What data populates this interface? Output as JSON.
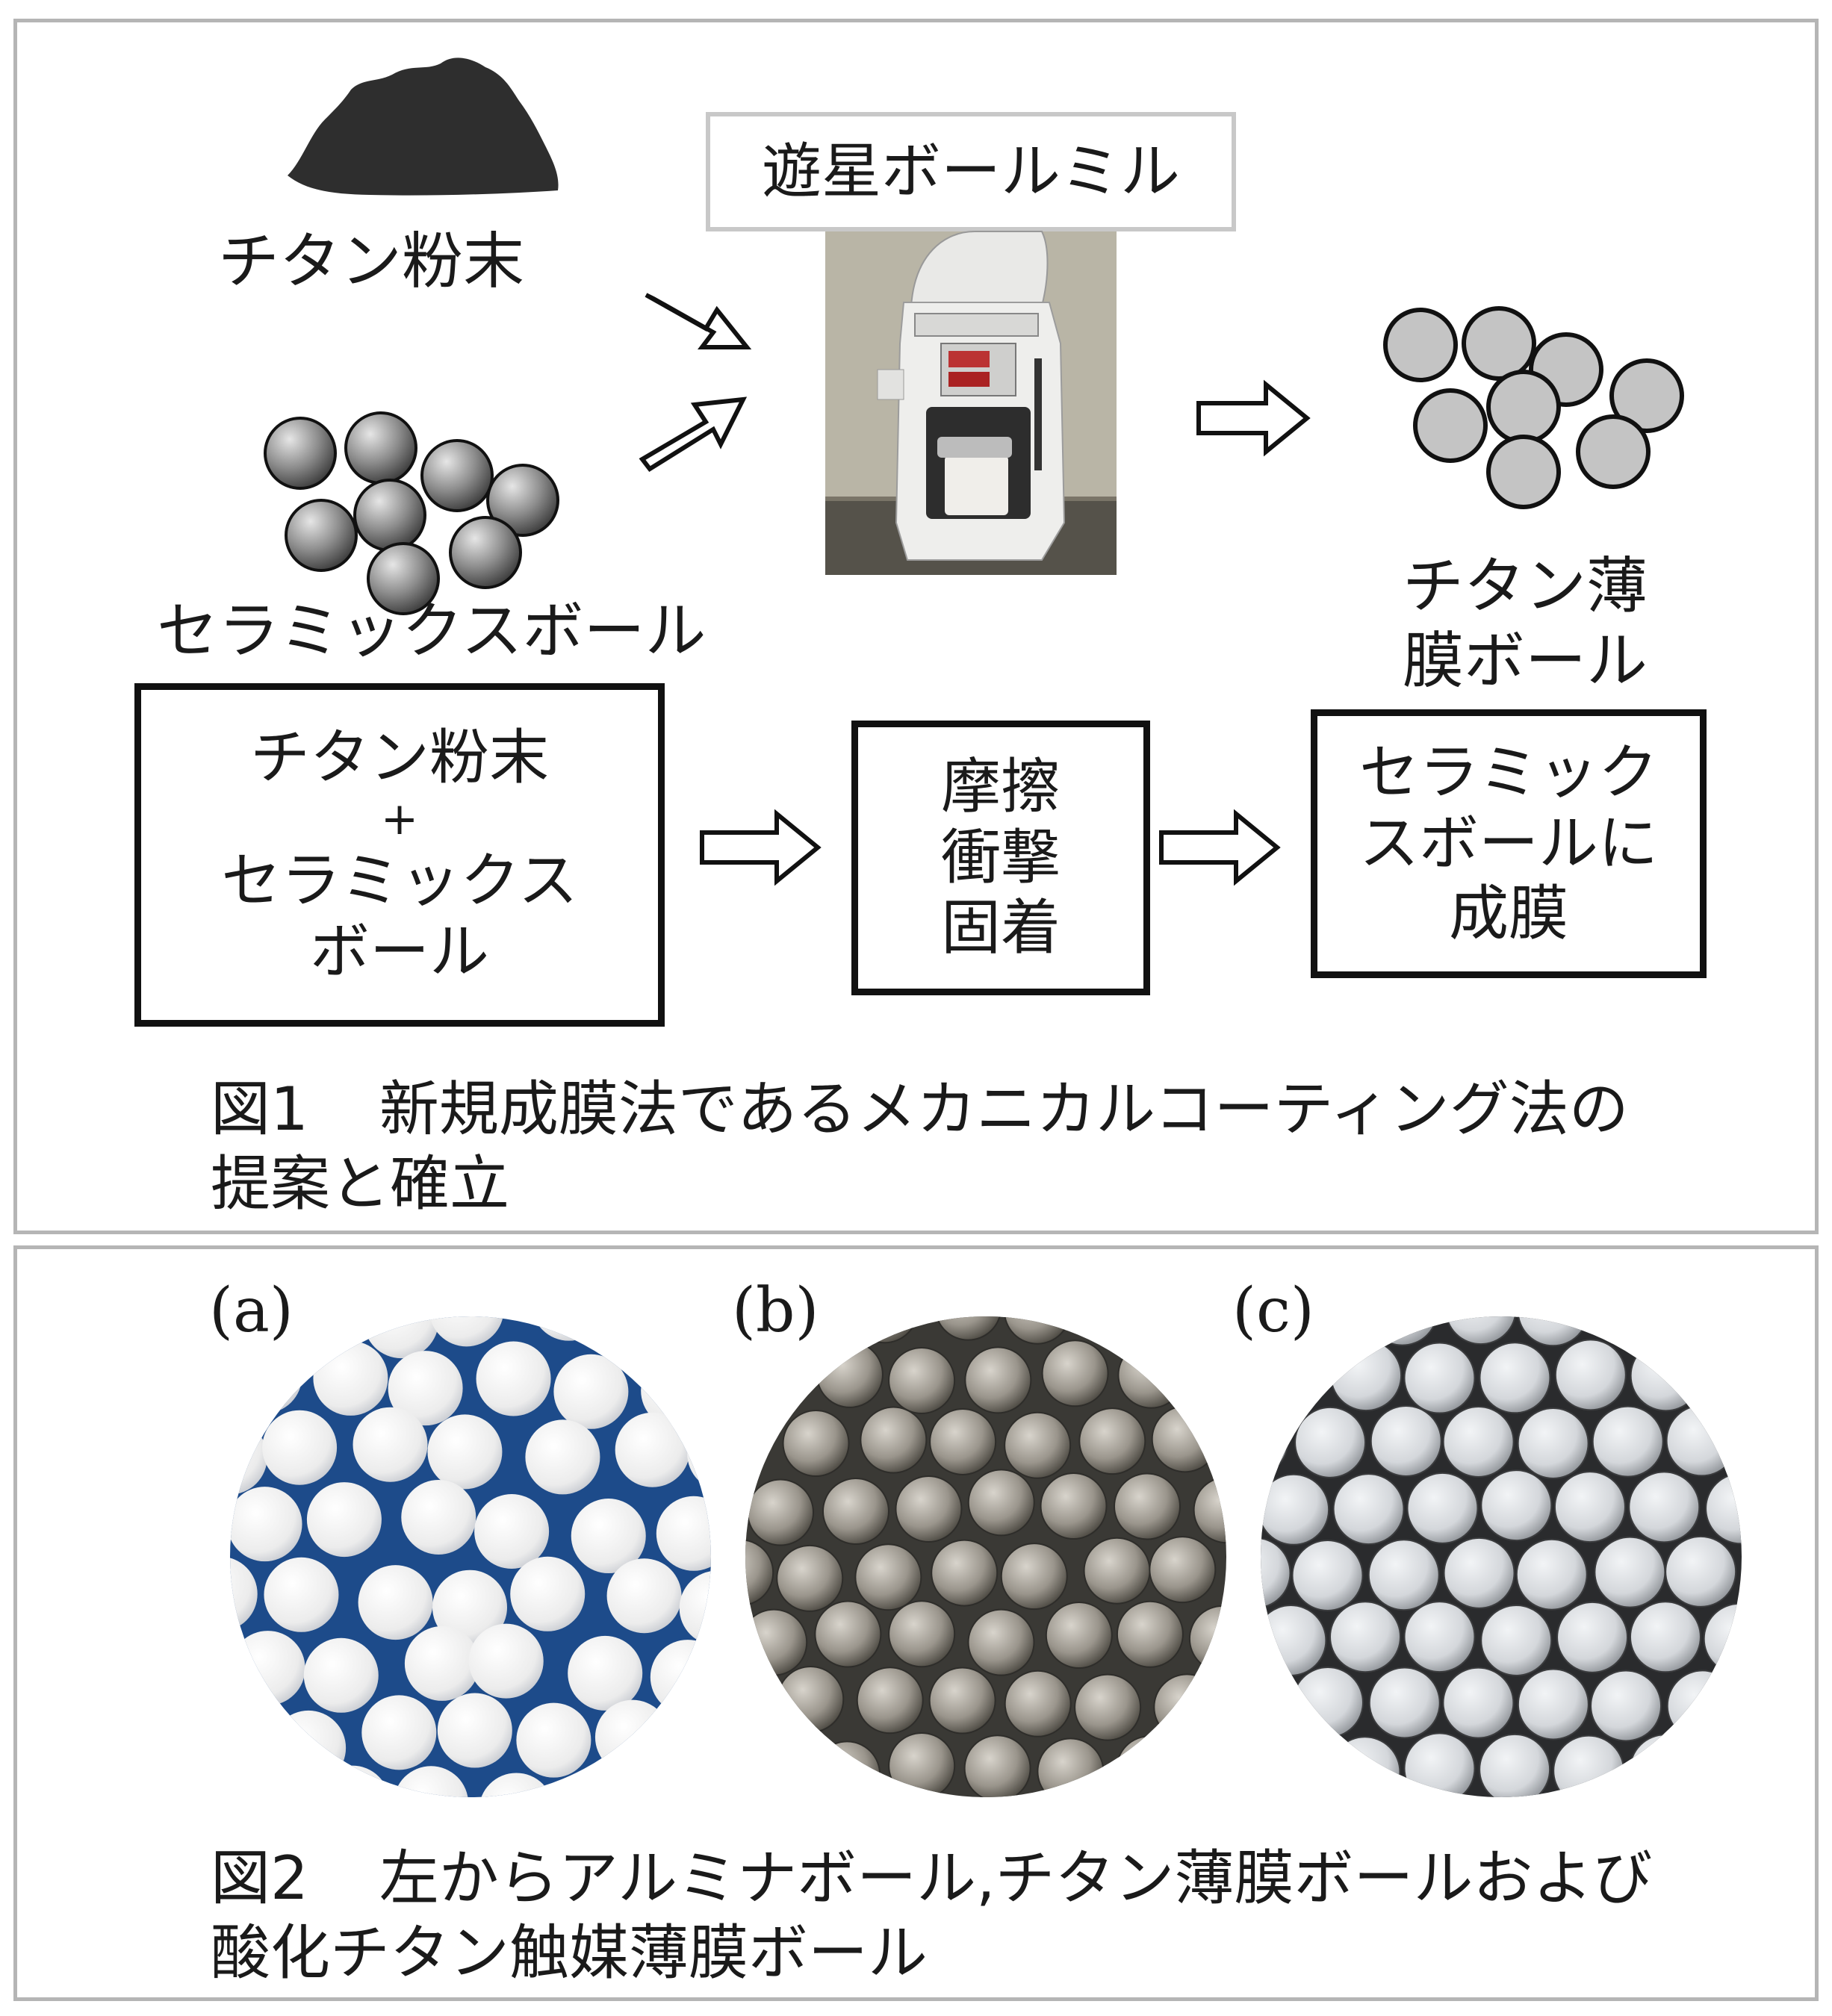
{
  "figure1": {
    "titanium_powder_label": "チタン粉末",
    "ceramic_balls_label": "セラミックスボール",
    "mill_label": "遊星ボールミル",
    "output_label_line1": "チタン薄",
    "output_label_line2": "膜ボール",
    "process_box1": {
      "line1": "チタン粉末",
      "plus": "+",
      "line3": "セラミックス",
      "line4": "ボール"
    },
    "process_box2": {
      "line1": "摩擦",
      "line2": "衝撃",
      "line3": "固着"
    },
    "process_box3": {
      "line1": "セラミック",
      "line2": "スボールに",
      "line3": "成膜"
    },
    "caption_number": "図1",
    "caption_line1": "新規成膜法であるメカニカルコーティング法の",
    "caption_line2": "提案と確立"
  },
  "figure2": {
    "label_a": "(a)",
    "label_b": "(b)",
    "label_c": "(c)",
    "caption_number": "図2",
    "caption_line1": "左からアルミナボール,チタン薄膜ボールおよび",
    "caption_line2": "酸化チタン触媒薄膜ボール"
  },
  "colors": {
    "panel_border": "#b5b5b5",
    "dark_powder": "#2e2e2e",
    "coated_ball_fill": "#c4c4c4",
    "alumina_background": "#1d4b8a",
    "alumina_ball": "#f4f4f4",
    "titanium_ball": "#9a958c",
    "titania_ball": "#dcdfe3"
  }
}
